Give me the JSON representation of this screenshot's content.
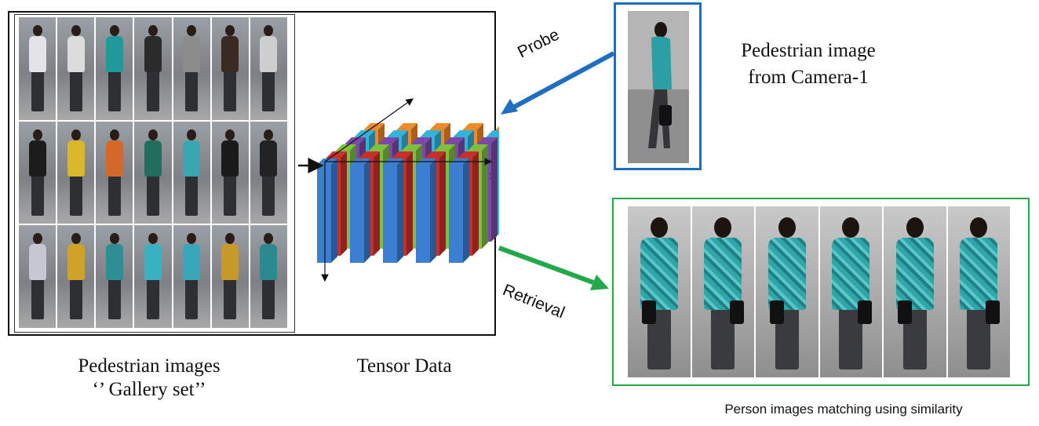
{
  "labels": {
    "gallery_line1": "Pedestrian images",
    "gallery_line2": "‘’ Gallery set’’",
    "tensor": "Tensor Data",
    "probe_title_line1": "Pedestrian image",
    "probe_title_line2": "from Camera-1",
    "probe_arrow": "Probe",
    "retrieval_arrow": "Retrieval",
    "matching": "Person images matching using similarity"
  },
  "colors": {
    "probe_blue": "#1f6fc1",
    "retrieval_green": "#23a84b",
    "bar_blue": "#3b7fd0",
    "bar_red": "#c9302c",
    "bar_green": "#7fbf3f",
    "bar_purple": "#7b4aa8",
    "bar_cyan": "#34b3d9",
    "bar_orange": "#ef8a2a"
  },
  "gallery": {
    "rows": 3,
    "cols": 7,
    "torso_colors": [
      "#e4e4e8",
      "#dcdcdc",
      "#1f9a9a",
      "#2b2b2b",
      "#8c8c8c",
      "#3a2a24",
      "#cfcfcf",
      "#1c1c1c",
      "#d9b62a",
      "#d46a2a",
      "#206f5e",
      "#3aa7b0",
      "#1a1a1a",
      "#222222",
      "#c7c7d4",
      "#cfa228",
      "#2c8f94",
      "#3ab1c2",
      "#38a8b8",
      "#c79a27",
      "#2a8a90"
    ]
  },
  "results": {
    "count": 6
  }
}
